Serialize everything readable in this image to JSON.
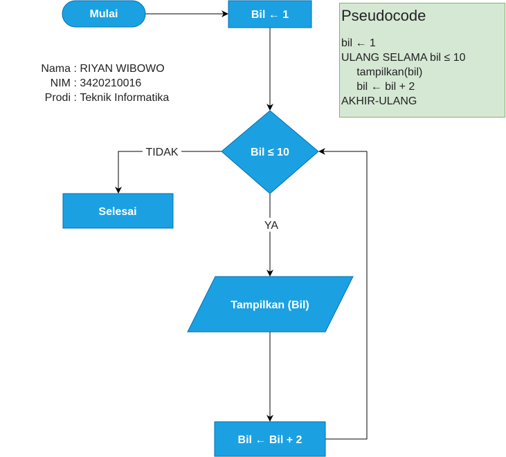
{
  "nodes": {
    "start": "Mulai",
    "init": "Bil ← 1",
    "decision": "Bil ≤ 10",
    "end": "Selesai",
    "output": "Tampilkan (Bil)",
    "increment": "Bil ← Bil + 2"
  },
  "edges": {
    "no_label": "TIDAK",
    "yes_label": "YA"
  },
  "info": {
    "name_key": "Nama",
    "name_value": "RIYAN WIBOWO",
    "nim_key": "NIM",
    "nim_value": "3420210016",
    "prodi_key": "Prodi",
    "prodi_value": "Teknik Informatika"
  },
  "pseudocode": {
    "title": "Pseudocode",
    "lines": [
      "bil ← 1",
      "ULANG SELAMA bil ≤ 10",
      "     tampilkan(bil)",
      "     bil ← bil + 2",
      "AKHIR-ULANG"
    ]
  },
  "colors": {
    "node_fill": "#1ba1e2",
    "node_stroke": "#006eaf",
    "pseudocode_fill": "#d5e8d4",
    "pseudocode_stroke": "#82b366"
  }
}
